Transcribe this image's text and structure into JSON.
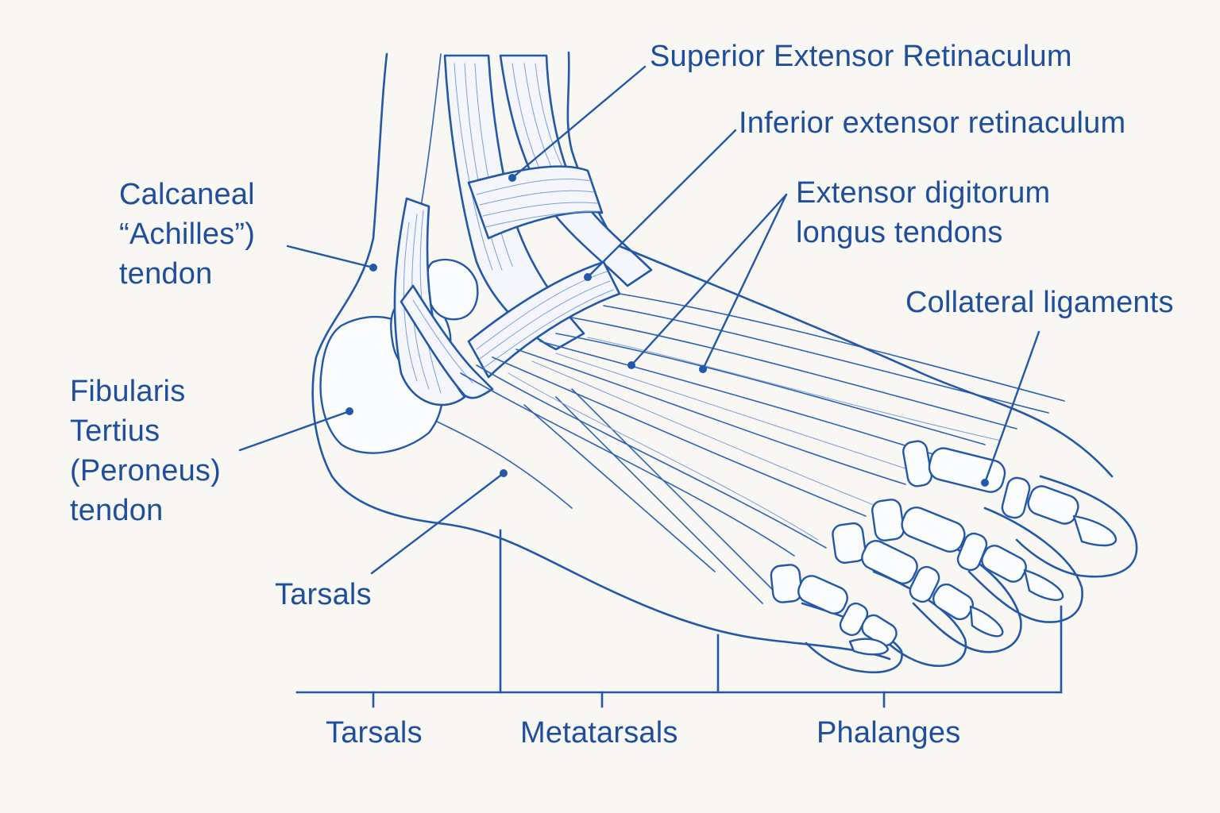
{
  "diagram": {
    "title": "Foot tendons and ligaments (lateral view)",
    "labels": {
      "superior_extensor_retinaculum": "Superior Extensor Retinaculum",
      "inferior_extensor_retinaculum": "Inferior extensor retinaculum",
      "extensor_digitorum": [
        "Extensor digitorum",
        "longus tendons"
      ],
      "collateral_ligaments": "Collateral ligaments",
      "calcaneal_tendon": [
        "Calcaneal",
        "“Achilles”)",
        "tendon"
      ],
      "fibularis_tertius": [
        "Fibularis",
        "Tertius",
        "(Peroneus)",
        "tendon"
      ],
      "tarsals_body": "Tarsals"
    },
    "scale_bar": {
      "tarsals": "Tarsals",
      "metatarsals": "Metatarsals",
      "phalanges": "Phalanges"
    }
  },
  "colors": {
    "ink": "#2358a8",
    "text": "#1f4f9c",
    "background": "#f8f7f4"
  }
}
